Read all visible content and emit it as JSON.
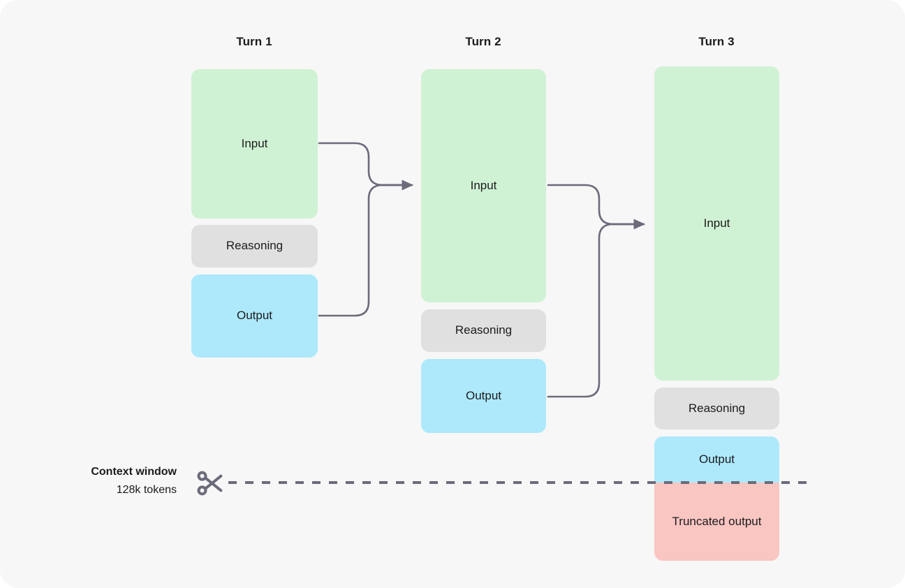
{
  "theme": {
    "background": "#f7f7f7",
    "input_color": "#d0f2d4",
    "reasoning_color": "#e0e0e0",
    "output_color": "#ade9fb",
    "truncated_color": "#fac6c2",
    "line_color": "#6b6b7b",
    "text_color": "#1b1b1f"
  },
  "turns": [
    {
      "title": "Turn 1",
      "blocks": [
        {
          "label": "Input",
          "kind": "input"
        },
        {
          "label": "Reasoning",
          "kind": "reason"
        },
        {
          "label": "Output",
          "kind": "output"
        }
      ]
    },
    {
      "title": "Turn 2",
      "blocks": [
        {
          "label": "Input",
          "kind": "input"
        },
        {
          "label": "Reasoning",
          "kind": "reason"
        },
        {
          "label": "Output",
          "kind": "output"
        }
      ]
    },
    {
      "title": "Turn 3",
      "blocks": [
        {
          "label": "Input",
          "kind": "input"
        },
        {
          "label": "Reasoning",
          "kind": "reason"
        },
        {
          "label": "Output",
          "kind": "output"
        },
        {
          "label": "Truncated output",
          "kind": "trunc"
        }
      ]
    }
  ],
  "context_window": {
    "title": "Context window",
    "value": "128k tokens",
    "icon": "scissors-icon"
  }
}
